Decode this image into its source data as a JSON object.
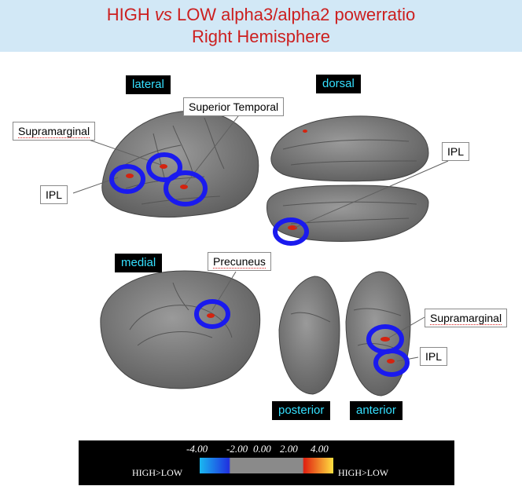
{
  "header": {
    "title_part1": "HIGH ",
    "title_vs": "vs",
    "title_part2": " LOW alpha3/alpha2 powerratio",
    "subtitle": "Right Hemisphere"
  },
  "views": {
    "lateral": "lateral",
    "dorsal": "dorsal",
    "medial": "medial",
    "posterior": "posterior",
    "anterior": "anterior"
  },
  "callouts": {
    "lateral_supramarginal": "Supramarginal",
    "lateral_superior_temporal": "Superior Temporal",
    "lateral_ipl": "IPL",
    "dorsal_ipl": "IPL",
    "medial_precuneus": "Precuneus",
    "post_supramarginal": "Supramarginal",
    "post_ipl": "IPL"
  },
  "colorbar": {
    "ticks": [
      "-4.00",
      "-2.00",
      "0.00",
      "2.00",
      "4.00"
    ],
    "left_label": "HIGH>LOW",
    "right_label": "HIGH>LOW",
    "colors": {
      "neg_low": "#1ab8f0",
      "neg_high": "#2030e0",
      "neutral": "#8a8a8a",
      "pos_low": "#e02010",
      "pos_high": "#ffe040"
    }
  },
  "colors": {
    "header_bg": "#d2e8f6",
    "title_color": "#cc1f1f",
    "label_text": "#35e0ff",
    "circle": "#1a1aee",
    "brain": "#7d7d7d"
  }
}
